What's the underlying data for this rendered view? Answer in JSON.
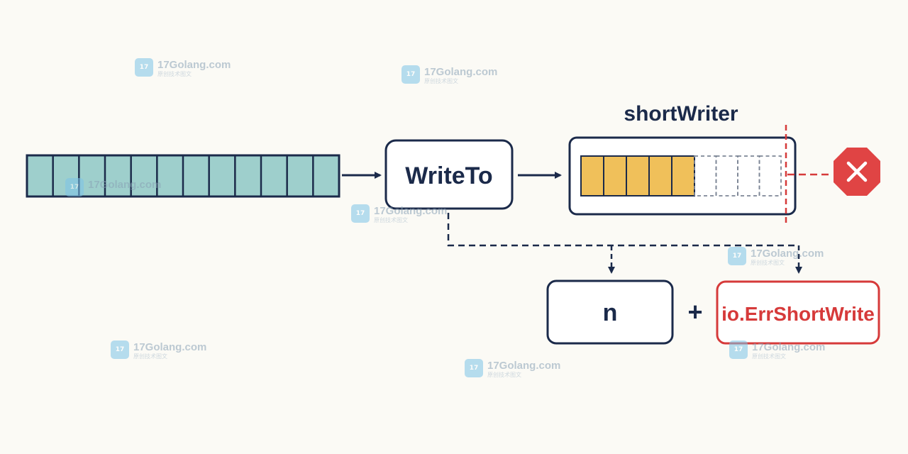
{
  "diagram": {
    "writeto_label": "WriteTo",
    "shortwriter_title": "shortWriter",
    "n_label": "n",
    "plus_label": "+",
    "error_label": "io.ErrShortWrite",
    "error_icon": "x-octagon-icon",
    "colors": {
      "outline": "#1b2a4a",
      "input_cells": "#9ecfcc",
      "written_cells": "#f0c05a",
      "error": "#d63a3a",
      "background": "#fbfaf5"
    },
    "input_buffer_cells": 12,
    "written_cells": 5,
    "unwritten_cells": 4
  },
  "watermark": {
    "text": "17Golang.com",
    "subtext": "原创技术图文"
  }
}
